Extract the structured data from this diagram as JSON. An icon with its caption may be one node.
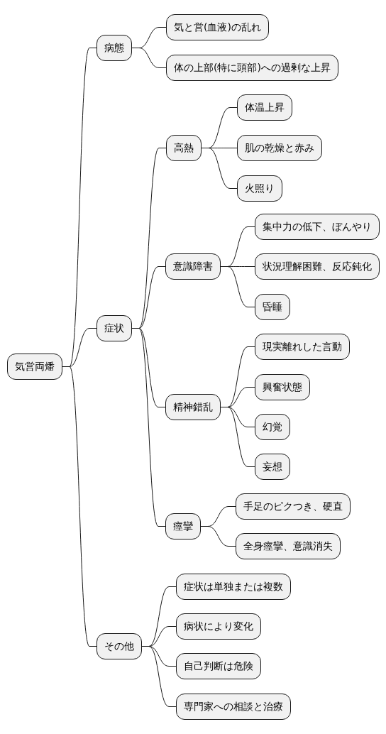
{
  "diagram": {
    "nodes": [
      {
        "text": [
          "気営両燔"
        ]
      },
      {
        "text": [
          "病態"
        ]
      },
      {
        "text": [
          "気と営(血液)の乱れ"
        ]
      },
      {
        "text": [
          "体の上部(特に頭部)への過剰な上昇"
        ]
      },
      {
        "text": [
          "症状"
        ]
      },
      {
        "text": [
          "高熱"
        ]
      },
      {
        "text": [
          "体温上昇"
        ]
      },
      {
        "text": [
          "肌の乾燥と赤み"
        ]
      },
      {
        "text": [
          "火照り"
        ]
      },
      {
        "text": [
          "意識障害"
        ]
      },
      {
        "text": [
          "集中力の低下、ぼんやり"
        ]
      },
      {
        "text": [
          "状況理解困難、反応鈍化"
        ]
      },
      {
        "text": [
          "昏睡"
        ]
      },
      {
        "text": [
          "精神錯乱"
        ]
      },
      {
        "text": [
          "現実離れした言動"
        ]
      },
      {
        "text": [
          "興奮状態"
        ]
      },
      {
        "text": [
          "幻覚"
        ]
      },
      {
        "text": [
          "妄想"
        ]
      },
      {
        "text": [
          "痙攣"
        ]
      },
      {
        "text": [
          "手足のピクつき、硬直"
        ]
      },
      {
        "text": [
          "全身痙攣、意識消失"
        ]
      },
      {
        "text": [
          "その他"
        ]
      },
      {
        "text": [
          "症状は単独または複数"
        ]
      },
      {
        "text": [
          "病状により変化"
        ]
      },
      {
        "text": [
          "自己判断は危険"
        ]
      },
      {
        "text": [
          "専門家への相談と治療"
        ]
      }
    ],
    "edges": [
      {
        "from": 0,
        "to": 1,
        "arrow": "none"
      },
      {
        "from": 1,
        "to": 2,
        "arrow": "none"
      },
      {
        "from": 1,
        "to": 3,
        "arrow": "none"
      },
      {
        "from": 0,
        "to": 4,
        "arrow": "none"
      },
      {
        "from": 4,
        "to": 5,
        "arrow": "none"
      },
      {
        "from": 5,
        "to": 6,
        "arrow": "none"
      },
      {
        "from": 5,
        "to": 7,
        "arrow": "none"
      },
      {
        "from": 5,
        "to": 8,
        "arrow": "none"
      },
      {
        "from": 4,
        "to": 9,
        "arrow": "none"
      },
      {
        "from": 9,
        "to": 10,
        "arrow": "none"
      },
      {
        "from": 9,
        "to": 11,
        "arrow": "none"
      },
      {
        "from": 9,
        "to": 12,
        "arrow": "none"
      },
      {
        "from": 4,
        "to": 13,
        "arrow": "none"
      },
      {
        "from": 13,
        "to": 14,
        "arrow": "none"
      },
      {
        "from": 13,
        "to": 15,
        "arrow": "none"
      },
      {
        "from": 13,
        "to": 16,
        "arrow": "none"
      },
      {
        "from": 13,
        "to": 17,
        "arrow": "none"
      },
      {
        "from": 4,
        "to": 18,
        "arrow": "none"
      },
      {
        "from": 18,
        "to": 19,
        "arrow": "none"
      },
      {
        "from": 18,
        "to": 20,
        "arrow": "none"
      },
      {
        "from": 0,
        "to": 21,
        "arrow": "none"
      },
      {
        "from": 21,
        "to": 22,
        "arrow": "none"
      },
      {
        "from": 21,
        "to": 23,
        "arrow": "none"
      },
      {
        "from": 21,
        "to": 24,
        "arrow": "none"
      },
      {
        "from": 21,
        "to": 25,
        "arrow": "none"
      }
    ]
  }
}
